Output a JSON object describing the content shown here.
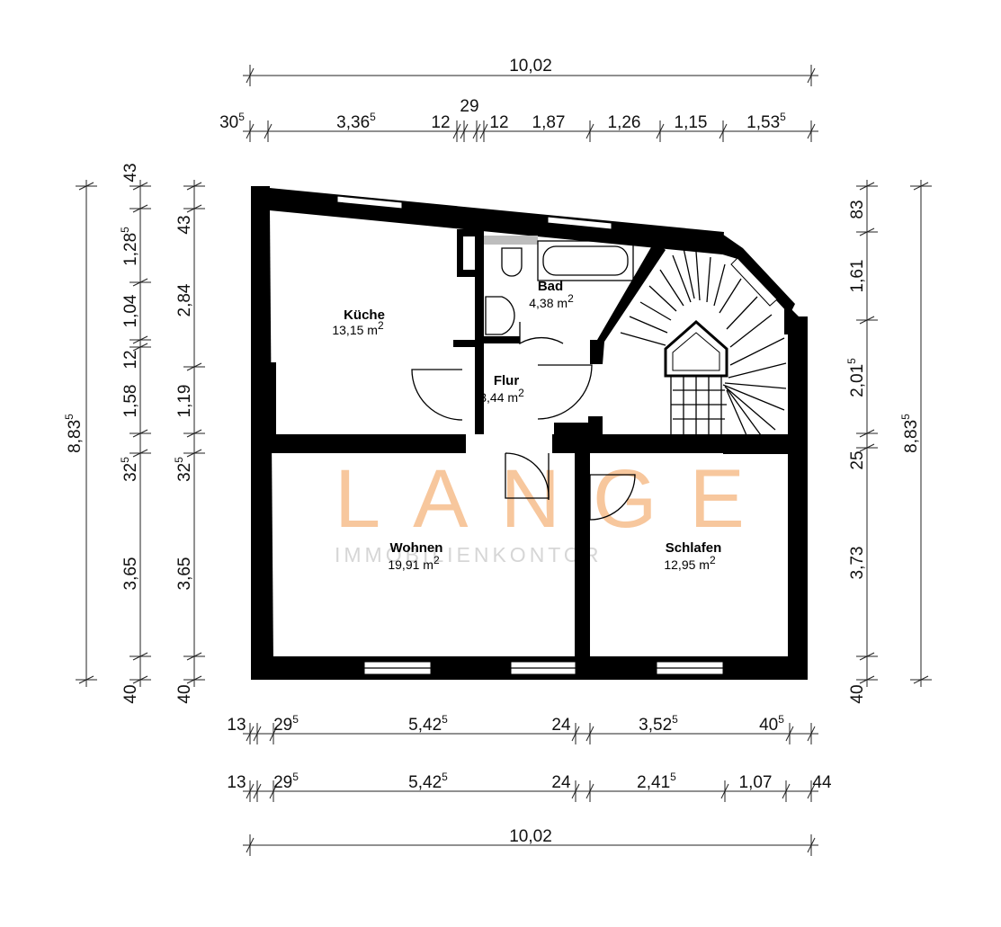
{
  "rooms": {
    "kueche": {
      "name": "Küche",
      "area": "13,15 m",
      "unit_exp": "2"
    },
    "bad": {
      "name": "Bad",
      "area": "4,38 m",
      "unit_exp": "2"
    },
    "flur": {
      "name": "Flur",
      "area": "3,44 m",
      "unit_exp": "2"
    },
    "wohnen": {
      "name": "Wohnen",
      "area": "19,91 m",
      "unit_exp": "2"
    },
    "schlafen": {
      "name": "Schlafen",
      "area": "12,95 m",
      "unit_exp": "2"
    }
  },
  "watermark": {
    "brand": "LANGE",
    "subtitle": "IMMOBILIENKONTOR"
  },
  "dims": {
    "top_total": "10,02",
    "top_29": "29",
    "top_row": [
      {
        "v": "30",
        "s": "5"
      },
      {
        "v": "3,36",
        "s": "5"
      },
      {
        "v": "12",
        "s": ""
      },
      {
        "v": "12",
        "s": ""
      },
      {
        "v": "1,87",
        "s": ""
      },
      {
        "v": "1,26",
        "s": ""
      },
      {
        "v": "1,15",
        "s": ""
      },
      {
        "v": "1,53",
        "s": "5"
      }
    ],
    "bottom_row1": [
      {
        "v": "13",
        "s": ""
      },
      {
        "v": "29",
        "s": "5"
      },
      {
        "v": "5,42",
        "s": "5"
      },
      {
        "v": "24",
        "s": ""
      },
      {
        "v": "3,52",
        "s": "5"
      },
      {
        "v": "40",
        "s": "5"
      }
    ],
    "bottom_row2": [
      {
        "v": "13",
        "s": ""
      },
      {
        "v": "29",
        "s": "5"
      },
      {
        "v": "5,42",
        "s": "5"
      },
      {
        "v": "24",
        "s": ""
      },
      {
        "v": "2,41",
        "s": "5"
      },
      {
        "v": "1,07",
        "s": ""
      },
      {
        "v": "44",
        "s": ""
      }
    ],
    "bottom_total": "10,02",
    "left_total": {
      "v": "8,83",
      "s": "5"
    },
    "left_outer": [
      {
        "v": "43",
        "s": ""
      },
      {
        "v": "1,28",
        "s": "5"
      },
      {
        "v": "1,04",
        "s": ""
      },
      {
        "v": "12",
        "s": ""
      },
      {
        "v": "1,58",
        "s": ""
      },
      {
        "v": "32",
        "s": "5"
      },
      {
        "v": "3,65",
        "s": ""
      },
      {
        "v": "40",
        "s": ""
      }
    ],
    "left_inner": [
      {
        "v": "43",
        "s": ""
      },
      {
        "v": "2,84",
        "s": ""
      },
      {
        "v": "1,19",
        "s": ""
      },
      {
        "v": "32",
        "s": "5"
      },
      {
        "v": "3,65",
        "s": ""
      },
      {
        "v": "40",
        "s": ""
      }
    ],
    "right_inner": [
      {
        "v": "83",
        "s": ""
      },
      {
        "v": "1,61",
        "s": ""
      },
      {
        "v": "2,01",
        "s": "5"
      },
      {
        "v": "25",
        "s": ""
      },
      {
        "v": "3,73",
        "s": ""
      },
      {
        "v": "40",
        "s": ""
      }
    ],
    "right_total": {
      "v": "8,83",
      "s": "5"
    }
  }
}
